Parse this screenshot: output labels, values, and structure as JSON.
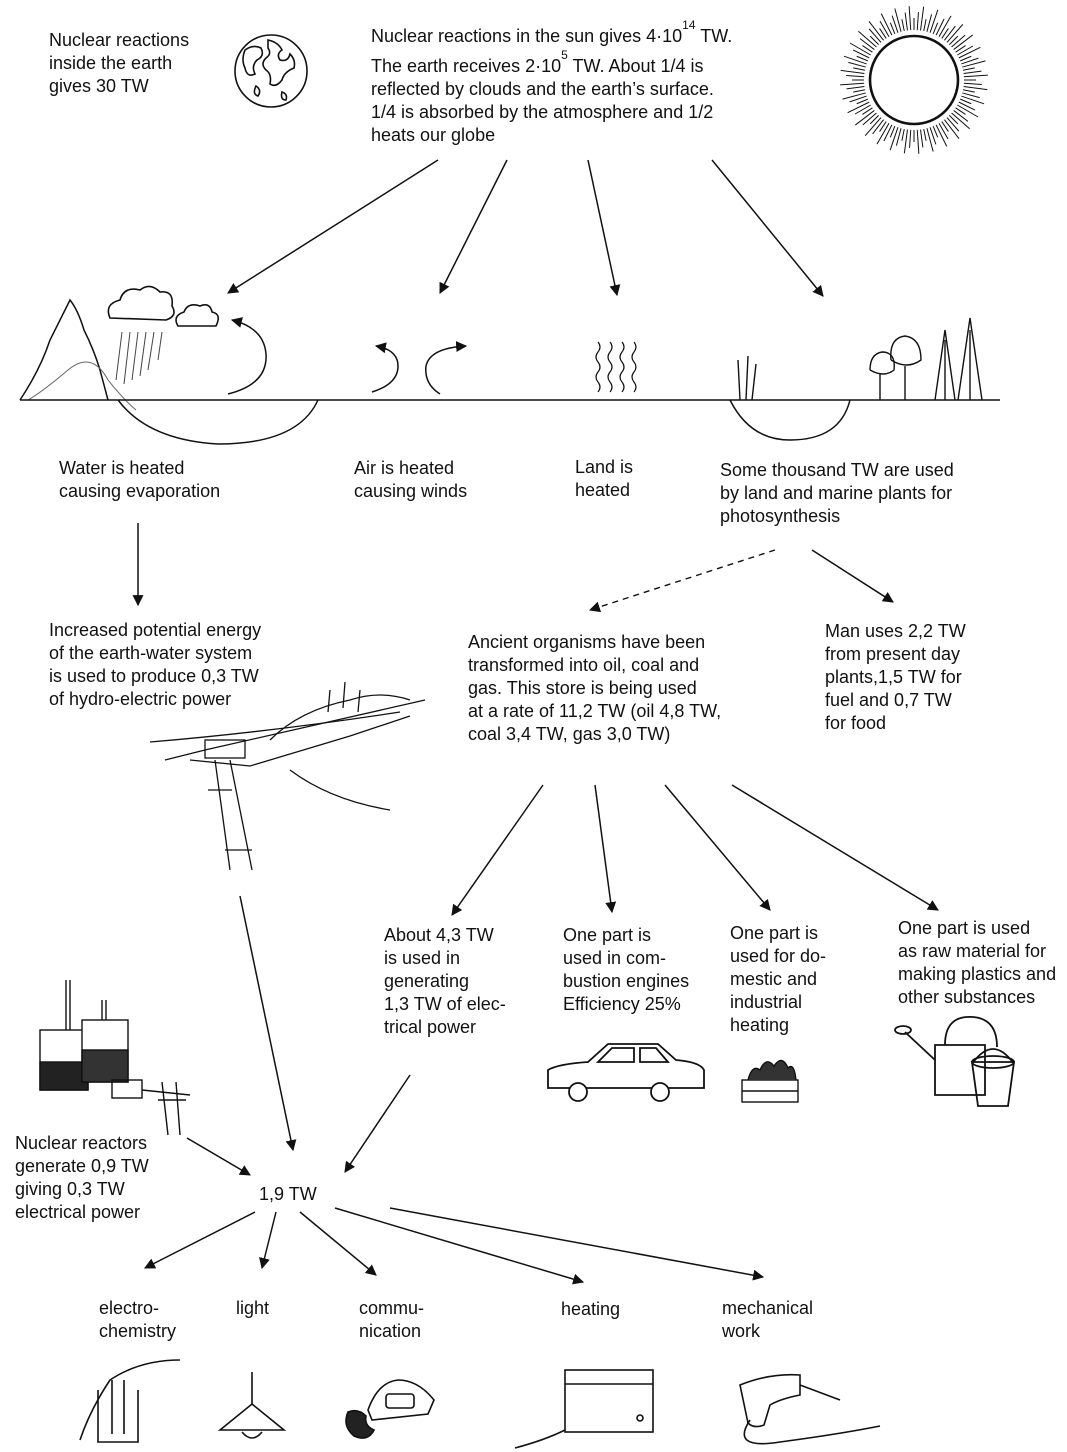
{
  "top": {
    "earth_nuclear": [
      "Nuclear reactions",
      "inside the earth",
      "gives 30 TW"
    ],
    "sun_line1": {
      "pre": "Nuclear reactions in the sun gives 4·10",
      "exp": "14",
      "post": " TW."
    },
    "sun_line2": {
      "pre": "The earth receives 2·10",
      "exp": "5",
      "post": " TW. About 1/4 is"
    },
    "sun_rest": [
      "reflected by clouds and the earth’s surface.",
      "1/4 is absorbed by the atmosphere and 1/2",
      "heats our globe"
    ]
  },
  "middle": {
    "water": [
      "Water is heated",
      "causing evaporation"
    ],
    "air": [
      "Air is heated",
      "causing winds"
    ],
    "land": [
      "Land is",
      "heated"
    ],
    "photosynthesis": [
      "Some thousand TW are used",
      "by land and marine plants for",
      "photosynthesis"
    ]
  },
  "lower": {
    "hydro": [
      "Increased potential energy",
      "of the earth-water system",
      "is used to produce 0,3 TW",
      "of hydro-electric power"
    ],
    "fossil": [
      "Ancient organisms have been",
      "transformed into oil, coal and",
      "gas.  This store is being used",
      "at a rate of 11,2 TW (oil 4,8 TW,",
      "coal 3,4 TW, gas 3,0 TW)"
    ],
    "plants_use": [
      "Man uses 2,2 TW",
      "from present day",
      "plants,1,5 TW for",
      "fuel and 0,7 TW",
      "for food"
    ]
  },
  "uses": {
    "electric": [
      "About 4,3 TW",
      "is used in",
      "generating",
      "1,3 TW of elec-",
      "trical power"
    ],
    "combustion": [
      "One part is",
      "used in com-",
      "bustion engines",
      "Efficiency 25%"
    ],
    "heating_use": [
      "One part is",
      "used for do-",
      "mestic and",
      "industrial",
      "heating"
    ],
    "raw_material": [
      "One part is used",
      "as raw material for",
      "making plastics and",
      "other substances"
    ]
  },
  "bottom": {
    "nuclear_reactors": [
      "Nuclear reactors",
      "generate 0,9 TW",
      "giving 0,3 TW",
      "electrical power"
    ],
    "total": "1,9 TW",
    "electrochemistry": [
      "electro-",
      "chemistry"
    ],
    "light": "light",
    "communication": [
      "commu-",
      "nication"
    ],
    "heating": "heating",
    "mechanical": [
      "mechanical",
      "work"
    ]
  },
  "icons": [
    "earth-globe-icon",
    "sun-icon",
    "cloud-icon",
    "tree-icon",
    "hydro-dam-icon",
    "power-plant-icon",
    "car-icon",
    "fireplace-icon",
    "watering-can-icon",
    "bucket-icon",
    "beaker-icon",
    "lamp-icon",
    "telephone-icon",
    "heater-icon",
    "drill-icon"
  ]
}
